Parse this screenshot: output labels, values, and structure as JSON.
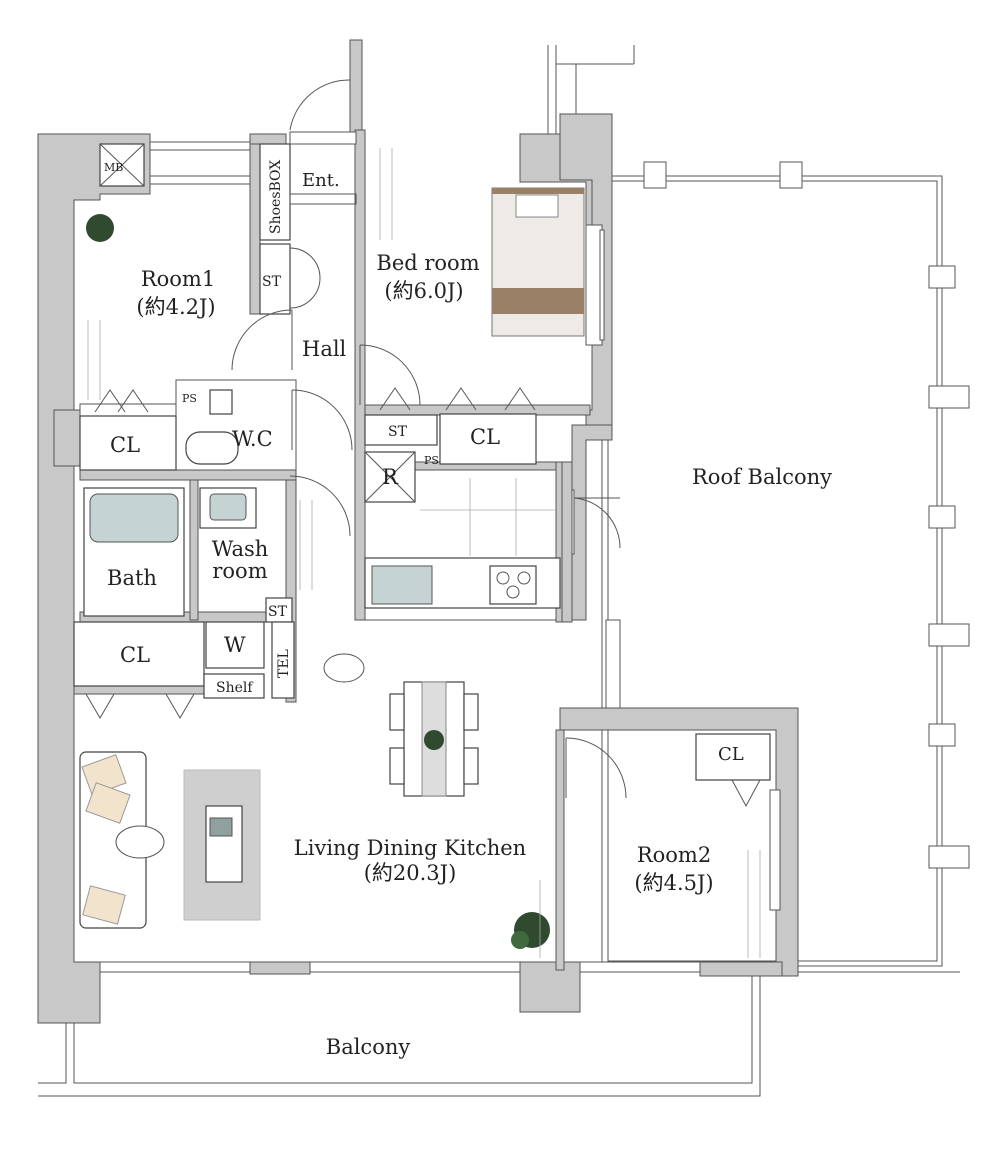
{
  "rooms": {
    "mb": "MB",
    "ent": "Ent.",
    "shoes_box": "ShoesBOX",
    "st": "ST",
    "room1_name": "Room1",
    "room1_size": "(約4.2J)",
    "bedroom_name": "Bed room",
    "bedroom_size": "(約6.0J)",
    "hall": "Hall",
    "ps": "PS",
    "wc": "W.C",
    "cl": "CL",
    "r": "R",
    "roof_balcony": "Roof Balcony",
    "bath": "Bath",
    "wash_room": [
      "Wash",
      "room"
    ],
    "w": "W",
    "tel": "TEL",
    "shelf": "Shelf",
    "ldk_name": "Living Dining Kitchen",
    "ldk_size": "(約20.3J)",
    "room2_name": "Room2",
    "room2_size": "(約4.5J)",
    "balcony": "Balcony"
  },
  "colors": {
    "wall": "#c8c8c8",
    "bed_accent": "#9b8068",
    "bath_fixture": "#c6d3d3",
    "rug": "#cfcfcf",
    "plant": "#2f4a2f"
  }
}
